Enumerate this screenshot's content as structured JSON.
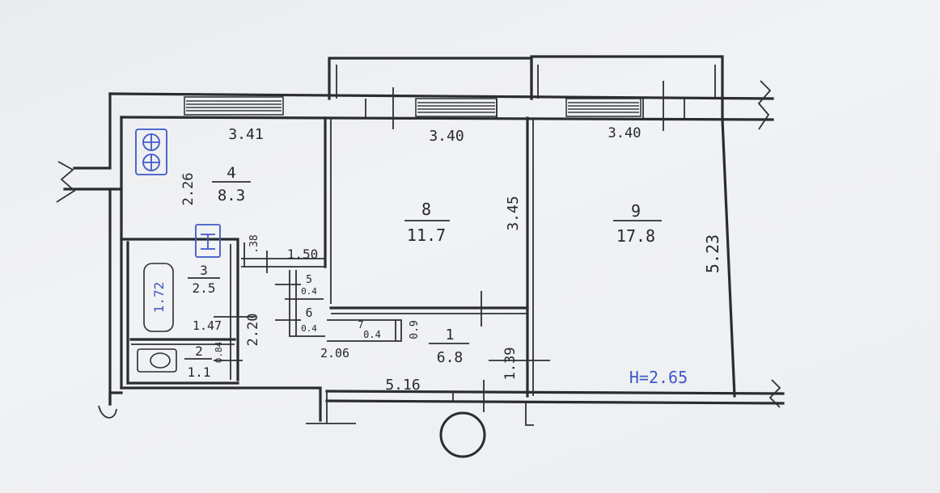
{
  "plan": {
    "rooms": [
      {
        "id": "4",
        "area": "8.3"
      },
      {
        "id": "8",
        "area": "11.7"
      },
      {
        "id": "9",
        "area": "17.8"
      },
      {
        "id": "3",
        "area": "2.5"
      },
      {
        "id": "2",
        "area": "1.1"
      },
      {
        "id": "1",
        "area": "6.8"
      },
      {
        "id": "5",
        "area": "0.4"
      },
      {
        "id": "6",
        "area": "0.4"
      },
      {
        "id": "7",
        "area": "0.4"
      }
    ],
    "dimensions": {
      "kitchen_width": "3.41",
      "room8_width": "3.40",
      "room9_width": "3.40",
      "kitchen_depth": "2.26",
      "room8_depth": "3.45",
      "room9_depth": "5.23",
      "corridor_width": "1.50",
      "small_038": ".38",
      "bath_length": "1.72",
      "bath_width": "1.47",
      "bath_depth": "2.20",
      "wc_width": "0.84",
      "hall_inner": "2.06",
      "hall_length": "5.16",
      "hall_depth": "1.39",
      "closet_depth": "0.9"
    },
    "ceiling_height": "H=2.65",
    "colors": {
      "ink": "#26282c",
      "blue_ink": "#3f58c8"
    }
  }
}
